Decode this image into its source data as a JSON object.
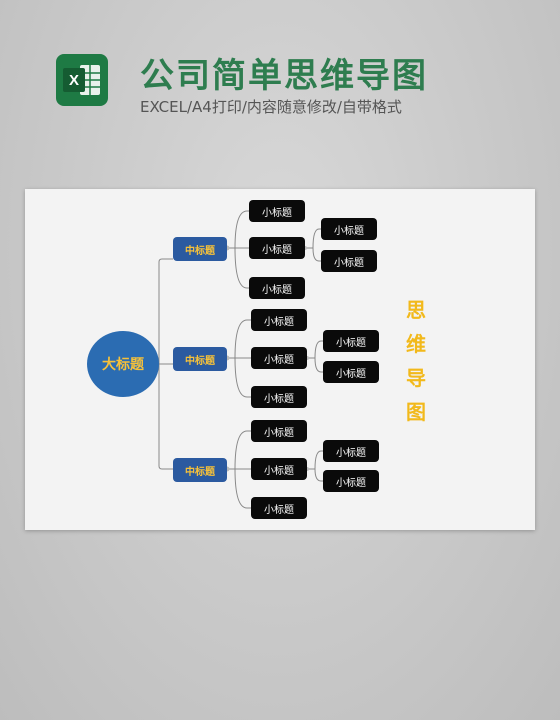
{
  "header": {
    "title": "公司简单思维导图",
    "subtitle": "EXCEL/A4打印/内容随意修改/自带格式",
    "logo_letter": "X",
    "logo_color": "#1e7a44"
  },
  "mindmap": {
    "root": "大标题",
    "branches": [
      {
        "label": "中标题",
        "children": [
          "小标题",
          "小标题",
          "小标题"
        ],
        "sub": [
          "小标题",
          "小标题"
        ]
      },
      {
        "label": "中标题",
        "children": [
          "小标题",
          "小标题",
          "小标题"
        ],
        "sub": [
          "小标题",
          "小标题"
        ]
      },
      {
        "label": "中标题",
        "children": [
          "小标题",
          "小标题",
          "小标题"
        ],
        "sub": [
          "小标题",
          "小标题"
        ]
      }
    ],
    "side_text": [
      "思",
      "维",
      "导",
      "图"
    ]
  },
  "colors": {
    "root": "#2b6cb2",
    "mid": "#2b5aa0",
    "accent": "#f6c13a",
    "leaf": "#0a0a0a",
    "title": "#2e7d4f"
  }
}
